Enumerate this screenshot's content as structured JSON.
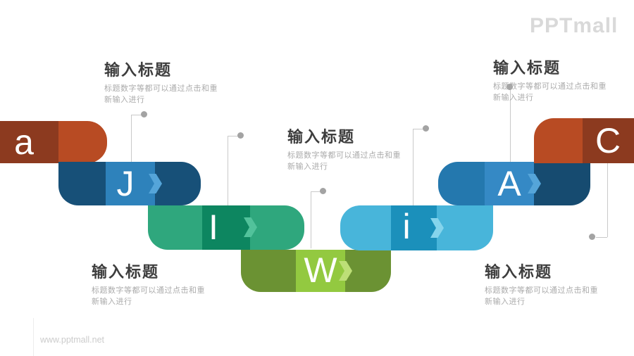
{
  "logo": {
    "text": "PPTmall"
  },
  "watermark": {
    "url": "www.pptmall.net"
  },
  "titles": {
    "top_left": {
      "heading": "输入标题",
      "line1": "标题数字等都可以通过点击和重",
      "line2": "新输入进行"
    },
    "center": {
      "heading": "输入标题",
      "line1": "标题数字等都可以通过点击和重",
      "line2": "新输入进行"
    },
    "top_right": {
      "heading": "输入标题",
      "line1": "标题数字等都可以通过点击和重",
      "line2": "新输入进行"
    },
    "bottom_left": {
      "heading": "输入标题",
      "line1": "标题数字等都可以通过点击和重",
      "line2": "新输入进行"
    },
    "bottom_right": {
      "heading": "输入标题",
      "line1": "标题数字等都可以通过点击和重",
      "line2": "新输入进行"
    }
  },
  "blocks": [
    {
      "letter": "a",
      "seg1": "#8c3a1f",
      "seg2": "#b84b23"
    },
    {
      "letter": "J",
      "seg1": "#175078",
      "seg2": "#2e82bb",
      "seg3": "#175078",
      "chevron": "#55a5d9"
    },
    {
      "letter": "I",
      "seg1": "#2fa77d",
      "seg2": "#0d8660",
      "seg3": "#2fa77d",
      "chevron": "#52c29b"
    },
    {
      "letter": "W",
      "seg1": "#6b9233",
      "seg2": "#93c940",
      "seg3": "#6b9233",
      "chevron": "#bddf77"
    },
    {
      "letter": "i",
      "seg1": "#48b5da",
      "seg2": "#1b90bb",
      "seg3": "#48b5da",
      "chevron": "#85d4ec"
    },
    {
      "letter": "A",
      "seg1": "#2478ae",
      "seg2": "#3589c5",
      "seg3": "#164b70",
      "chevron": "#55a5d9"
    },
    {
      "letter": "C",
      "seg1": "#b84b23",
      "seg2": "#8c3a1f"
    }
  ],
  "colors": {
    "heading_text": "#3d3d3d",
    "subtitle_text": "#ababab",
    "connector_line": "#c9c9c9",
    "connector_dot": "#a3a3a3",
    "logo_text": "#d9d9d9"
  }
}
